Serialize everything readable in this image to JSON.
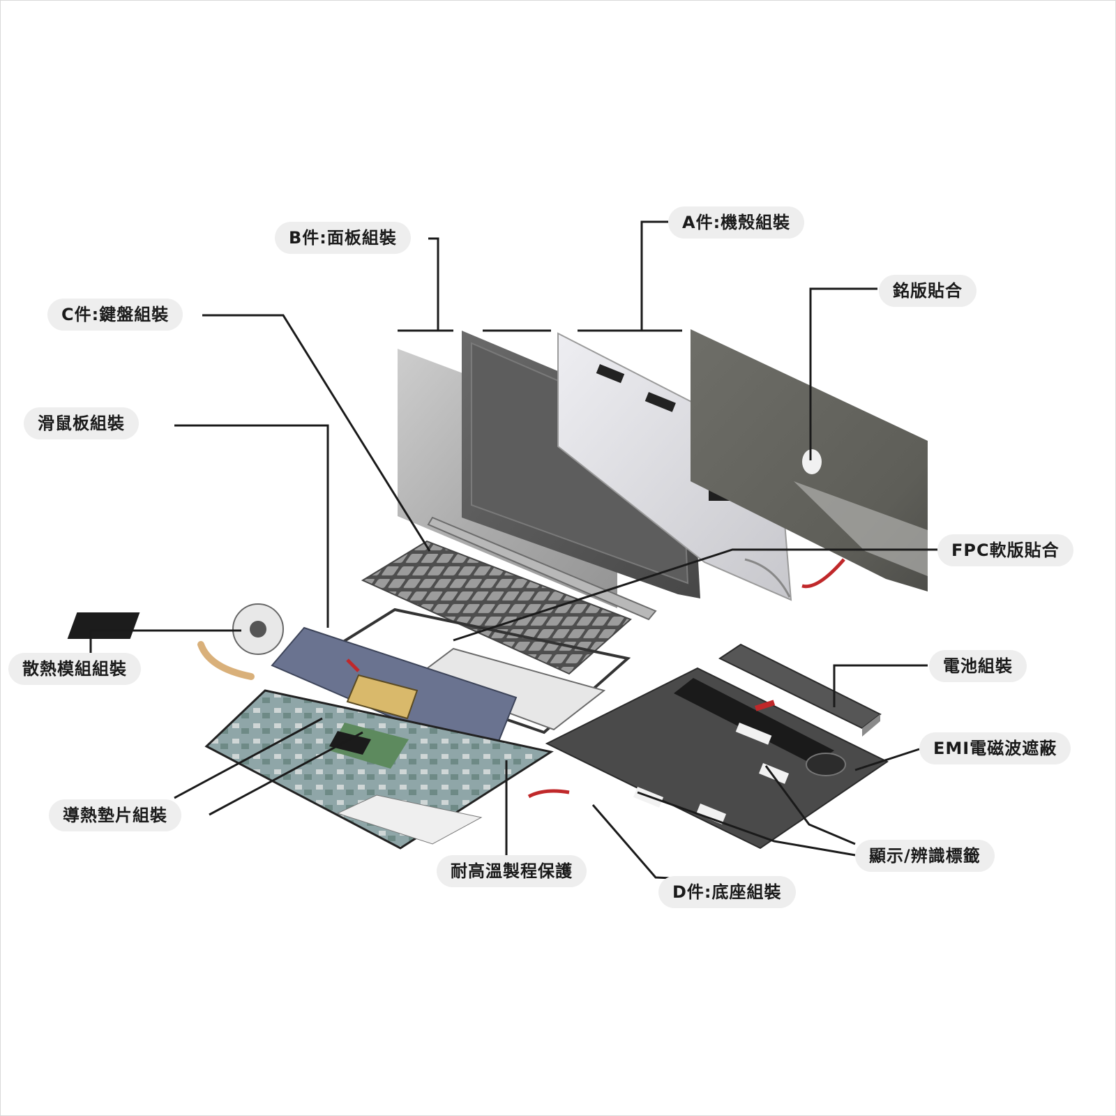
{
  "labels": {
    "a_shell": "A件:機殼組裝",
    "b_panel": "B件:面板組裝",
    "c_keyboard": "C件:鍵盤組裝",
    "nameplate": "銘版貼合",
    "touchpad": "滑鼠板組裝",
    "fpc": "FPC軟版貼合",
    "cooling": "散熱模組組裝",
    "battery": "電池組裝",
    "emi": "EMI電磁波遮蔽",
    "thermal_pad": "導熱墊片組裝",
    "high_temp": "耐高溫製程保護",
    "id_label": "顯示/辨識標籤",
    "d_base": "D件:底座組裝"
  },
  "colors": {
    "leader_line": "#1a1a1a",
    "callout_bg": "#eeeeee",
    "panel_dark": "#5b5b5b",
    "panel_light": "#b9b9b9",
    "shell_silver": "#d9d9de",
    "base_dark": "#4a4a4a",
    "board_blue": "#6a7390",
    "accent_red": "#c0282a",
    "pcb_green": "#5d8a5e"
  }
}
